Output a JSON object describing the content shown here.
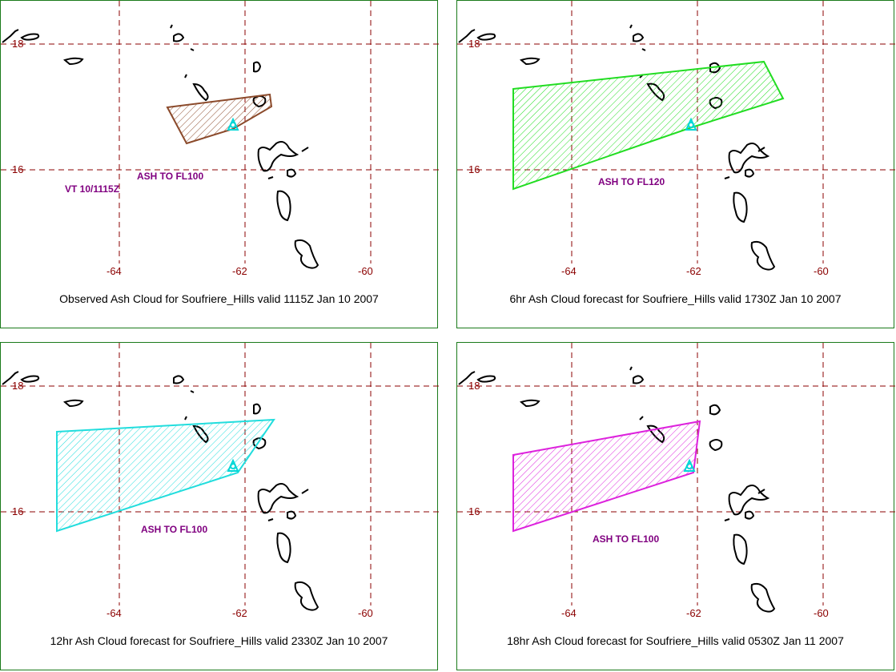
{
  "lat_labels": [
    "18",
    "16"
  ],
  "lon_labels": [
    "-64",
    "-62",
    "-60"
  ],
  "colors": {
    "border": "#1a7a1a",
    "grid": "#8b0000",
    "coast": "#000000",
    "label": "#800080",
    "volcano": "#00d7d7"
  },
  "panels": [
    {
      "caption": "Observed Ash Cloud for Soufriere_Hills valid 1115Z Jan 10 2007",
      "ash_label": "ASH TO FL100",
      "vt_label": "VT 10/1115Z",
      "polygon_color": "#8b4a2b"
    },
    {
      "caption": "6hr Ash Cloud forecast for Soufriere_Hills valid 1730Z Jan 10 2007",
      "ash_label": "ASH TO FL120",
      "polygon_color": "#22dd22"
    },
    {
      "caption": "12hr Ash Cloud forecast for Soufriere_Hills valid 2330Z Jan 10 2007",
      "ash_label": "ASH TO FL100",
      "polygon_color": "#22dddd"
    },
    {
      "caption": "18hr Ash Cloud forecast for Soufriere_Hills valid 0530Z Jan 11 2007",
      "ash_label": "ASH TO FL100",
      "polygon_color": "#dd22dd"
    }
  ]
}
